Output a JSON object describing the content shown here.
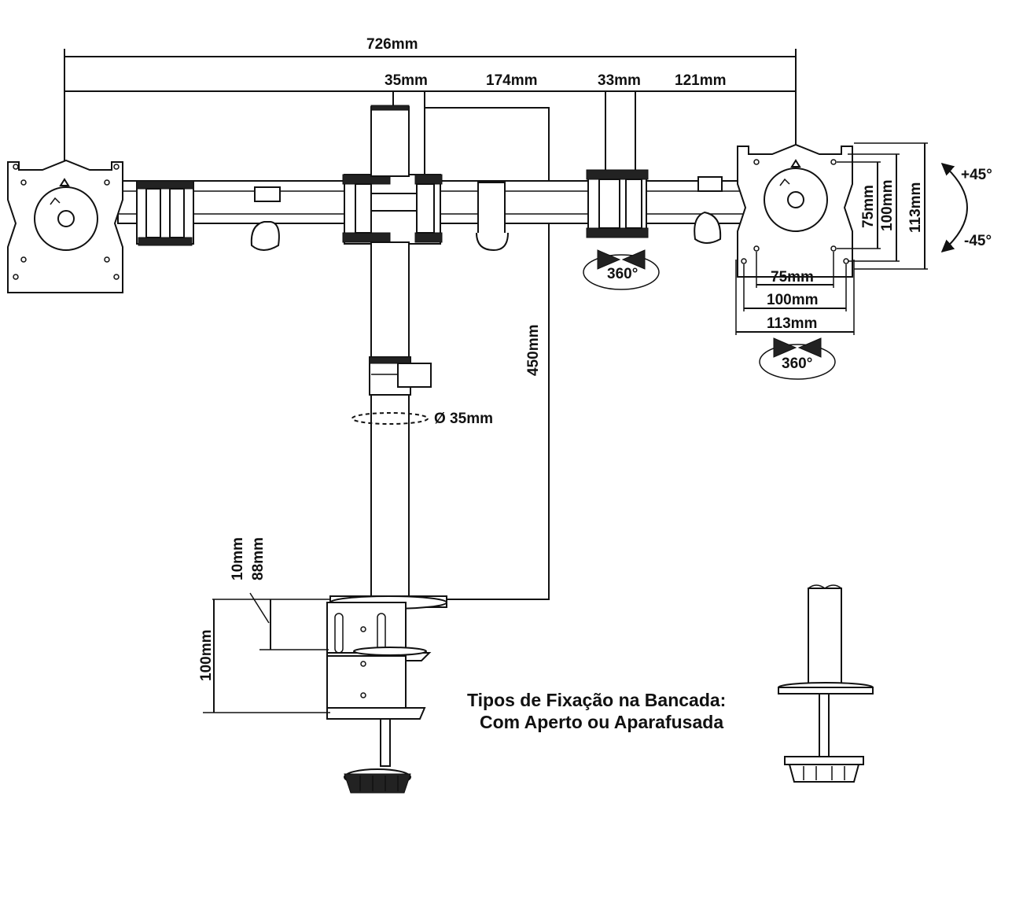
{
  "dimensions": {
    "total_width": "726mm",
    "pole_width": "35mm",
    "arm_segment": "174mm",
    "joint_width": "33mm",
    "end_segment": "121mm",
    "pole_height": "450mm",
    "pole_diameter": "Ø 35mm",
    "clamp_min": "10mm",
    "clamp_max": "88mm",
    "clamp_height": "100mm"
  },
  "vesa": {
    "h75": "75mm",
    "h100": "100mm",
    "h113": "113mm",
    "v75": "75mm",
    "v100": "100mm",
    "v113": "113mm",
    "tilt_up": "+45°",
    "tilt_down": "-45°"
  },
  "rotation": {
    "arm_swivel": "360°",
    "plate_swivel": "360°"
  },
  "caption": {
    "line1": "Tipos de Fixação na Bancada:",
    "line2": "Com Aperto ou Aparafusada"
  }
}
